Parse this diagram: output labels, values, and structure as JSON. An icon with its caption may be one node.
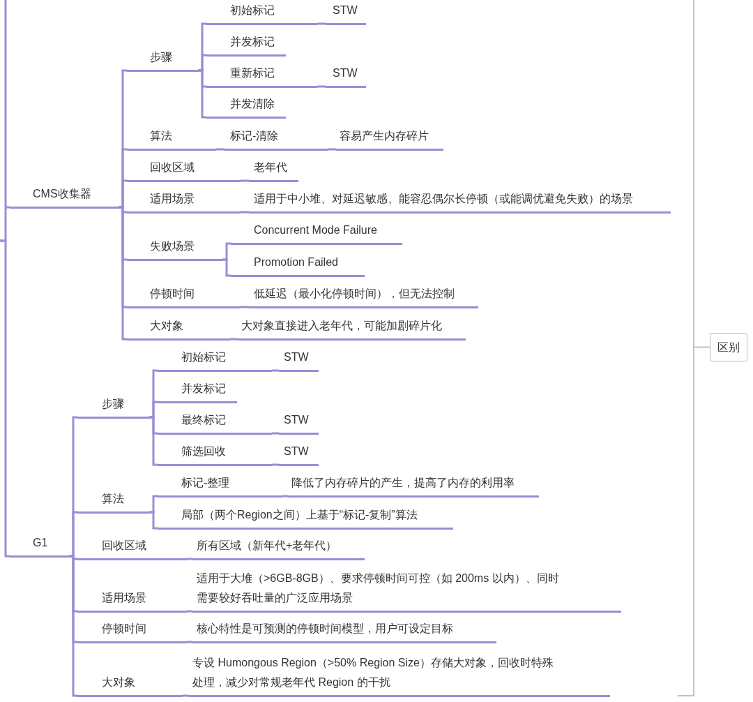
{
  "diagram": {
    "nodes": [
      {
        "text": [
          "CMS收集器"
        ]
      },
      {
        "text": [
          "步骤"
        ]
      },
      {
        "text": [
          "初始标记"
        ]
      },
      {
        "text": [
          "STW"
        ]
      },
      {
        "text": [
          "并发标记"
        ]
      },
      {
        "text": [
          "重新标记"
        ]
      },
      {
        "text": [
          "STW"
        ]
      },
      {
        "text": [
          "并发清除"
        ]
      },
      {
        "text": [
          "算法"
        ]
      },
      {
        "text": [
          "标记-清除"
        ]
      },
      {
        "text": [
          "容易产生内存碎片"
        ]
      },
      {
        "text": [
          "回收区域"
        ]
      },
      {
        "text": [
          "老年代"
        ]
      },
      {
        "text": [
          "适用场景"
        ]
      },
      {
        "text": [
          "适用于中小堆、对延迟敏感、能容忍偶尔长停顿（或能调优避免失败）的场景"
        ]
      },
      {
        "text": [
          "失败场景"
        ]
      },
      {
        "text": [
          "Concurrent Mode Failure"
        ]
      },
      {
        "text": [
          "Promotion Failed"
        ]
      },
      {
        "text": [
          "停顿时间"
        ]
      },
      {
        "text": [
          "低延迟（最小化停顿时间），但无法控制"
        ]
      },
      {
        "text": [
          "大对象"
        ]
      },
      {
        "text": [
          "大对象直接进入老年代，可能加剧碎片化"
        ]
      },
      {
        "text": [
          "G1"
        ]
      },
      {
        "text": [
          "步骤"
        ]
      },
      {
        "text": [
          "初始标记"
        ]
      },
      {
        "text": [
          "STW"
        ]
      },
      {
        "text": [
          "并发标记"
        ]
      },
      {
        "text": [
          "最终标记"
        ]
      },
      {
        "text": [
          "STW"
        ]
      },
      {
        "text": [
          "筛选回收"
        ]
      },
      {
        "text": [
          "STW"
        ]
      },
      {
        "text": [
          "算法"
        ]
      },
      {
        "text": [
          "标记-整理"
        ]
      },
      {
        "text": [
          "降低了内存碎片的产生，提高了内存的利用率"
        ]
      },
      {
        "text": [
          "局部（两个Region之间）上基于“标记-复制”算法"
        ]
      },
      {
        "text": [
          "回收区域"
        ]
      },
      {
        "text": [
          "所有区域（新年代+老年代）"
        ]
      },
      {
        "text": [
          "适用场景"
        ]
      },
      {
        "text": [
          "适用于大堆（>6GB-8GB）、要求停顿时间可控（如 200ms 以内）、同时需要较好吞吐量的广泛应用场景"
        ]
      },
      {
        "text": [
          "停顿时间"
        ]
      },
      {
        "text": [
          "核心特性是可预测的停顿时间模型，用户可设定目标"
        ]
      },
      {
        "text": [
          "大对象"
        ]
      },
      {
        "text": [
          "专设 Humongous Region（>50% Region Size）存储大对象，回收时特殊处理，减少对常规老年代 Region 的干扰"
        ]
      },
      {
        "text": [
          "区别"
        ]
      }
    ],
    "edges": [
      {
        "from": null,
        "to": 0,
        "arrow": "none"
      },
      {
        "from": null,
        "to": 22,
        "arrow": "none"
      },
      {
        "from": 0,
        "to": 1,
        "arrow": "none"
      },
      {
        "from": 1,
        "to": 2,
        "arrow": "none"
      },
      {
        "from": 2,
        "to": 3,
        "arrow": "none"
      },
      {
        "from": 1,
        "to": 4,
        "arrow": "none"
      },
      {
        "from": 1,
        "to": 5,
        "arrow": "none"
      },
      {
        "from": 5,
        "to": 6,
        "arrow": "none"
      },
      {
        "from": 1,
        "to": 7,
        "arrow": "none"
      },
      {
        "from": 0,
        "to": 8,
        "arrow": "none"
      },
      {
        "from": 8,
        "to": 9,
        "arrow": "none"
      },
      {
        "from": 9,
        "to": 10,
        "arrow": "none"
      },
      {
        "from": 0,
        "to": 11,
        "arrow": "none"
      },
      {
        "from": 11,
        "to": 12,
        "arrow": "none"
      },
      {
        "from": 0,
        "to": 13,
        "arrow": "none"
      },
      {
        "from": 13,
        "to": 14,
        "arrow": "none"
      },
      {
        "from": 0,
        "to": 15,
        "arrow": "none"
      },
      {
        "from": 15,
        "to": 16,
        "arrow": "none"
      },
      {
        "from": 15,
        "to": 17,
        "arrow": "none"
      },
      {
        "from": 0,
        "to": 18,
        "arrow": "none"
      },
      {
        "from": 18,
        "to": 19,
        "arrow": "none"
      },
      {
        "from": 0,
        "to": 20,
        "arrow": "none"
      },
      {
        "from": 20,
        "to": 21,
        "arrow": "none"
      },
      {
        "from": 22,
        "to": 23,
        "arrow": "none"
      },
      {
        "from": 23,
        "to": 24,
        "arrow": "none"
      },
      {
        "from": 24,
        "to": 25,
        "arrow": "none"
      },
      {
        "from": 23,
        "to": 26,
        "arrow": "none"
      },
      {
        "from": 23,
        "to": 27,
        "arrow": "none"
      },
      {
        "from": 27,
        "to": 28,
        "arrow": "none"
      },
      {
        "from": 23,
        "to": 29,
        "arrow": "none"
      },
      {
        "from": 29,
        "to": 30,
        "arrow": "none"
      },
      {
        "from": 22,
        "to": 31,
        "arrow": "none"
      },
      {
        "from": 31,
        "to": 32,
        "arrow": "none"
      },
      {
        "from": 32,
        "to": 33,
        "arrow": "none"
      },
      {
        "from": 31,
        "to": 34,
        "arrow": "none"
      },
      {
        "from": 22,
        "to": 35,
        "arrow": "none"
      },
      {
        "from": 35,
        "to": 36,
        "arrow": "none"
      },
      {
        "from": 22,
        "to": 37,
        "arrow": "none"
      },
      {
        "from": 37,
        "to": 38,
        "arrow": "none"
      },
      {
        "from": 22,
        "to": 39,
        "arrow": "none"
      },
      {
        "from": 39,
        "to": 40,
        "arrow": "none"
      },
      {
        "from": 22,
        "to": 41,
        "arrow": "none"
      },
      {
        "from": 41,
        "to": 42,
        "arrow": "none"
      }
    ]
  }
}
